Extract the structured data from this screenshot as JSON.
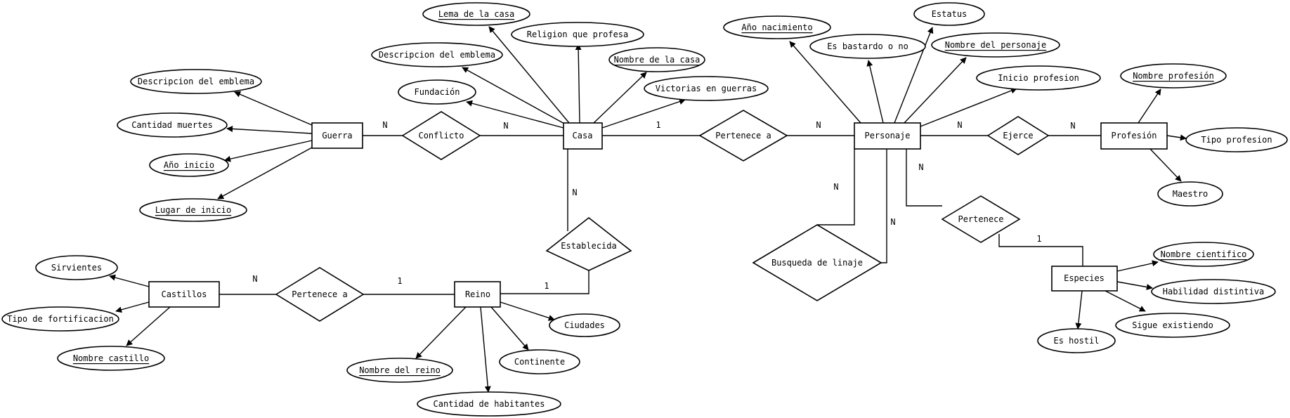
{
  "diagram": {
    "entities": {
      "guerra": "Guerra",
      "casa": "Casa",
      "personaje": "Personaje",
      "profesion": "Profesión",
      "castillos": "Castillos",
      "reino": "Reino",
      "especies": "Especies"
    },
    "relationships": {
      "conflicto": "Conflicto",
      "pertenece_a_casa": "Pertenece a",
      "ejerce": "Ejerce",
      "establecida": "Establecida",
      "pertenece_a_reino": "Pertenece a",
      "busqueda": "Busqueda de linaje",
      "pertenece_especie": "Pertenece"
    },
    "attributes": {
      "guerra_desc": "Descripcion del emblema",
      "guerra_muertes": "Cantidad muertes",
      "guerra_anio": "Año inicio",
      "guerra_lugar": "Lugar de inicio",
      "casa_lema": "Lema de la casa",
      "casa_religion": "Religion que profesa",
      "casa_desc": "Descripcion del emblema",
      "casa_nombre": "Nombre de la casa",
      "casa_fundacion": "Fundación",
      "casa_victorias": "Victorias en guerras",
      "pers_anio": "Año nacimiento",
      "pers_estatus": "Estatus",
      "pers_bastardo": "Es bastardo o no",
      "pers_nombre": "Nombre del personaje",
      "pers_inicio": "Inicio profesion",
      "prof_nombre": "Nombre profesión",
      "prof_tipo": "Tipo profesion",
      "prof_maestro": "Maestro",
      "cast_sirvientes": "Sirvientes",
      "cast_tipo": "Tipo de fortificacion",
      "cast_nombre": "Nombre castillo",
      "reino_ciudades": "Ciudades",
      "reino_continente": "Continente",
      "reino_nombre": "Nombre del reino",
      "reino_habitantes": "Cantidad de habitantes",
      "esp_nombre": "Nombre cientifico",
      "esp_habilidad": "Habilidad distintiva",
      "esp_sigue": "Sigue existiendo",
      "esp_hostil": "Es hostil"
    },
    "cardinalities": {
      "guerra_conflicto": "N",
      "conflicto_casa": "N",
      "casa_pertenece": "1",
      "pertenece_personaje": "N",
      "personaje_ejerce": "N",
      "ejerce_profesion": "N",
      "casa_establecida": "N",
      "establecida_reino": "1",
      "castillos_pertenece": "N",
      "pertenece_reino": "1",
      "personaje_busqueda_1": "N",
      "personaje_busqueda_2": "N",
      "personaje_pertenece": "N",
      "pertenece_especies": "1"
    }
  }
}
